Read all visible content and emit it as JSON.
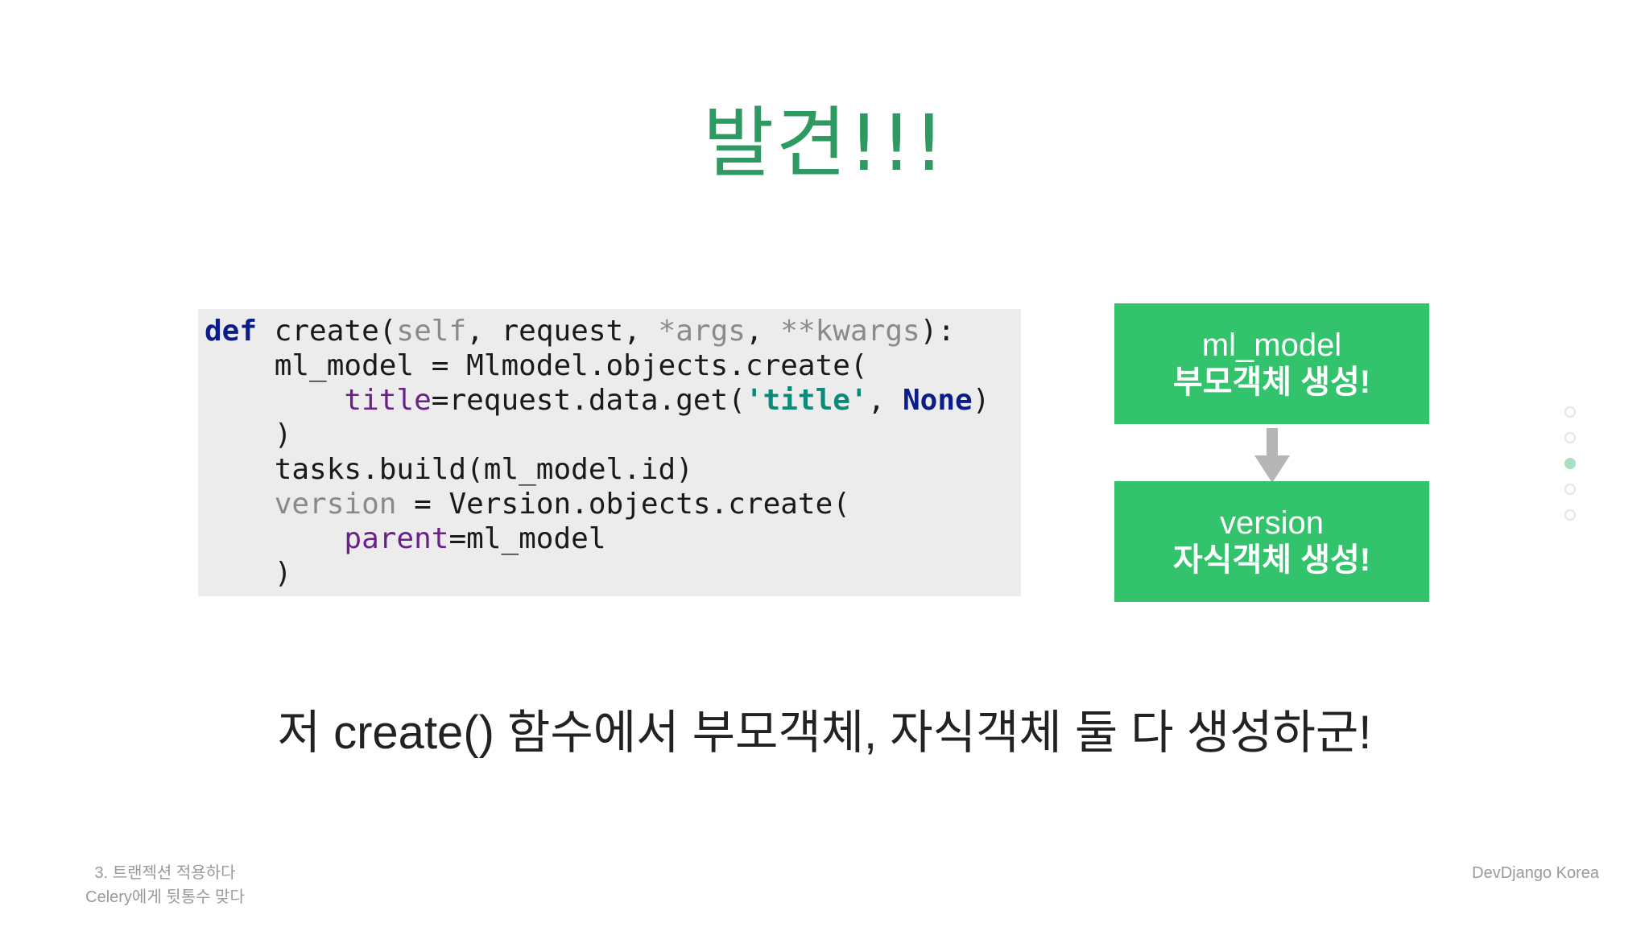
{
  "slide": {
    "title": "발견!!!",
    "code": {
      "line1": {
        "def": "def",
        "name": " create(",
        "self": "self",
        "mid": ", request, ",
        "args": "*args",
        "sep": ", ",
        "kwargs": "**kwargs",
        "end": "):"
      },
      "line2": "    ml_model = Mlmodel.objects.create(",
      "line3": {
        "indent": "        ",
        "param": "title",
        "mid": "=request.data.get(",
        "str": "'title'",
        "sep": ", ",
        "none": "None",
        "end": ")"
      },
      "line4": "    )",
      "line5": "    tasks.build(ml_model.id)",
      "line6": {
        "indent": "    ",
        "var": "version",
        "rest": " = Version.objects.create("
      },
      "line7": {
        "indent": "        ",
        "param": "parent",
        "rest": "=ml_model"
      },
      "line8": "    )"
    },
    "boxes": [
      {
        "line1": "ml_model",
        "line2": "부모객체 생성!"
      },
      {
        "line1": "version",
        "line2": "자식객체 생성!"
      }
    ],
    "caption": "저 create() 함수에서 부모객체, 자식객체 둘 다 생성하군!",
    "footer_left": {
      "line1": "3. 트랜젝션 적용하다",
      "line2": "Celery에게 뒷통수 맞다"
    },
    "footer_right": "DevDjango Korea",
    "nav_dot_count": 5,
    "nav_active_index": 2,
    "colors": {
      "accent": "#2e9a62",
      "box": "#33c36c",
      "arrow": "#b5b5b5"
    }
  }
}
